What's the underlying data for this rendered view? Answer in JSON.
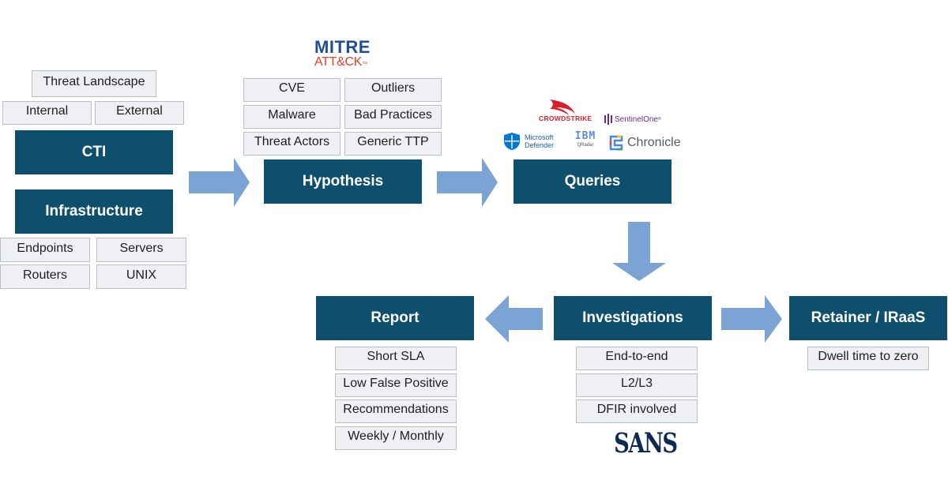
{
  "colors": {
    "main_box": "#0e4f6e",
    "tag_fill": "#eef0f3",
    "tag_border": "#b9bfc7",
    "arrow": "#7ba3d4",
    "mitre_blue": "#1f4e97",
    "mitre_red": "#e0402c",
    "crowdstrike_red": "#d8202a",
    "sentinelone_purple": "#6b2a8f",
    "sans_navy": "#0f2a52"
  },
  "cti": {
    "title": "CTI",
    "tags": [
      "Threat Landscape",
      "Internal",
      "External"
    ]
  },
  "infrastructure": {
    "title": "Infrastructure",
    "tags": [
      "Endpoints",
      "Servers",
      "Routers",
      "UNIX"
    ]
  },
  "hypothesis": {
    "title": "Hypothesis",
    "tags": [
      "CVE",
      "Outliers",
      "Malware",
      "Bad Practices",
      "Threat Actors",
      "Generic TTP"
    ]
  },
  "queries": {
    "title": "Queries"
  },
  "investigations": {
    "title": "Investigations",
    "tags": [
      "End-to-end",
      "L2/L3",
      "DFIR involved"
    ]
  },
  "report": {
    "title": "Report",
    "tags": [
      "Short SLA",
      "Low False Positive",
      "Recommendations",
      "Weekly / Monthly"
    ]
  },
  "retainer": {
    "title": "Retainer / IRaaS",
    "tags": [
      "Dwell time to zero"
    ]
  },
  "logos": {
    "mitre_line1": "MITRE",
    "mitre_line2": "ATT&CK",
    "mitre_tm": "™",
    "crowdstrike": "CROWDSTRIKE",
    "sentinelone": "SentinelOne",
    "sentinelone_tm": "®",
    "microsoft_line1": "Microsoft",
    "microsoft_line2": "Defender",
    "ibm": "IBM",
    "qradar": "QRadar",
    "chronicle": "Chronicle",
    "sans": "SANS"
  }
}
